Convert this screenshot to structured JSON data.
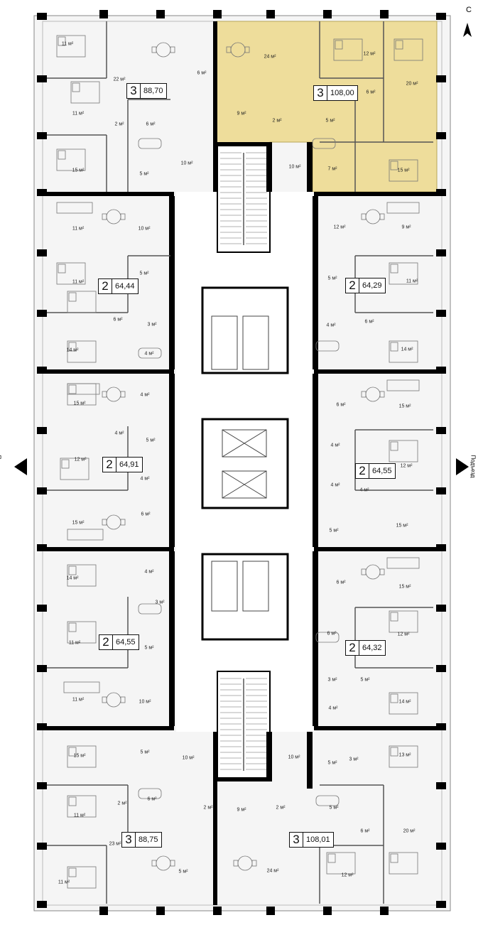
{
  "north_label": "С",
  "entrance_label": "Подъезд",
  "area_unit": "м²",
  "apartments": [
    {
      "rooms": "3",
      "area": "88,70",
      "highlighted": false
    },
    {
      "rooms": "3",
      "area": "108,00",
      "highlighted": true
    },
    {
      "rooms": "2",
      "area": "64,44",
      "highlighted": false
    },
    {
      "rooms": "2",
      "area": "64,29",
      "highlighted": false
    },
    {
      "rooms": "2",
      "area": "64,91",
      "highlighted": false
    },
    {
      "rooms": "2",
      "area": "64,55",
      "highlighted": false
    },
    {
      "rooms": "2",
      "area": "64,55",
      "highlighted": false
    },
    {
      "rooms": "2",
      "area": "64,32",
      "highlighted": false
    },
    {
      "rooms": "3",
      "area": "88,75",
      "highlighted": false
    },
    {
      "rooms": "3",
      "area": "108,01",
      "highlighted": false
    }
  ],
  "room_areas": [
    "11",
    "22",
    "6",
    "11",
    "2",
    "6",
    "15",
    "5",
    "10",
    "24",
    "12",
    "6",
    "20",
    "9",
    "2",
    "5",
    "10",
    "7",
    "15",
    "11",
    "10",
    "11",
    "5",
    "6",
    "3",
    "12",
    "9",
    "5",
    "11",
    "4",
    "6",
    "14",
    "4",
    "14",
    "15",
    "4",
    "4",
    "5",
    "12",
    "4",
    "6",
    "15",
    "4",
    "12",
    "4",
    "4",
    "15",
    "6",
    "5",
    "15",
    "14",
    "4",
    "3",
    "11",
    "5",
    "6",
    "15",
    "6",
    "12",
    "3",
    "5",
    "11",
    "10",
    "14",
    "4",
    "15",
    "5",
    "10",
    "10",
    "13",
    "5",
    "3",
    "11",
    "2",
    "6",
    "2",
    "9",
    "2",
    "5",
    "6",
    "20",
    "23",
    "11",
    "5",
    "24",
    "12"
  ],
  "colors": {
    "highlight": "#eedd9b",
    "wall": "#000000",
    "floor": "#f3f3f3",
    "line": "#7a7a7a"
  }
}
